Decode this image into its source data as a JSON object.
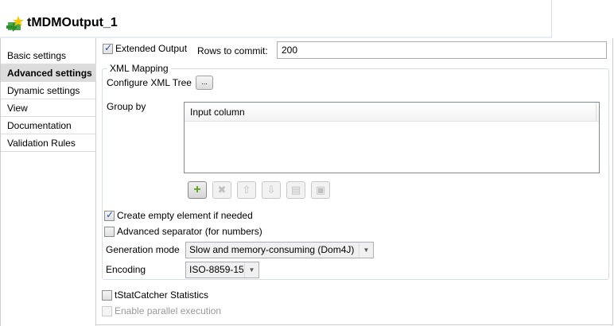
{
  "header": {
    "title": "tMDMOutput_1",
    "icon": "tmdm-component-icon"
  },
  "sidebar": {
    "items": [
      {
        "label": "Basic settings",
        "active": false
      },
      {
        "label": "Advanced settings",
        "active": true
      },
      {
        "label": "Dynamic settings",
        "active": false
      },
      {
        "label": "View",
        "active": false
      },
      {
        "label": "Documentation",
        "active": false
      },
      {
        "label": "Validation Rules",
        "active": false
      }
    ]
  },
  "main": {
    "extended_output": {
      "label": "Extended Output",
      "checked": true
    },
    "rows_to_commit": {
      "label": "Rows to commit:",
      "value": "200"
    },
    "xml_mapping": {
      "legend": "XML Mapping",
      "configure_label": "Configure XML Tree",
      "configure_button": "...",
      "group_by_label": "Group by",
      "table": {
        "columns": [
          "Input column"
        ],
        "rows": []
      },
      "toolbar": [
        {
          "name": "add",
          "glyph": "+",
          "enabled": true
        },
        {
          "name": "remove",
          "glyph": "✖",
          "enabled": false
        },
        {
          "name": "move-up",
          "glyph": "⇧",
          "enabled": false
        },
        {
          "name": "move-down",
          "glyph": "⇩",
          "enabled": false
        },
        {
          "name": "copy",
          "glyph": "▤",
          "enabled": false
        },
        {
          "name": "paste",
          "glyph": "▣",
          "enabled": false
        }
      ],
      "create_empty": {
        "label": "Create empty element if needed",
        "checked": true
      },
      "advanced_separator": {
        "label": "Advanced separator (for numbers)",
        "checked": false
      },
      "generation_mode": {
        "label": "Generation mode",
        "value": "Slow and memory-consuming (Dom4J)"
      },
      "encoding": {
        "label": "Encoding",
        "value": "ISO-8859-15"
      }
    },
    "tstatcatcher": {
      "label": "tStatCatcher Statistics",
      "checked": false
    },
    "parallel": {
      "label": "Enable parallel execution",
      "checked": false,
      "enabled": false
    }
  }
}
